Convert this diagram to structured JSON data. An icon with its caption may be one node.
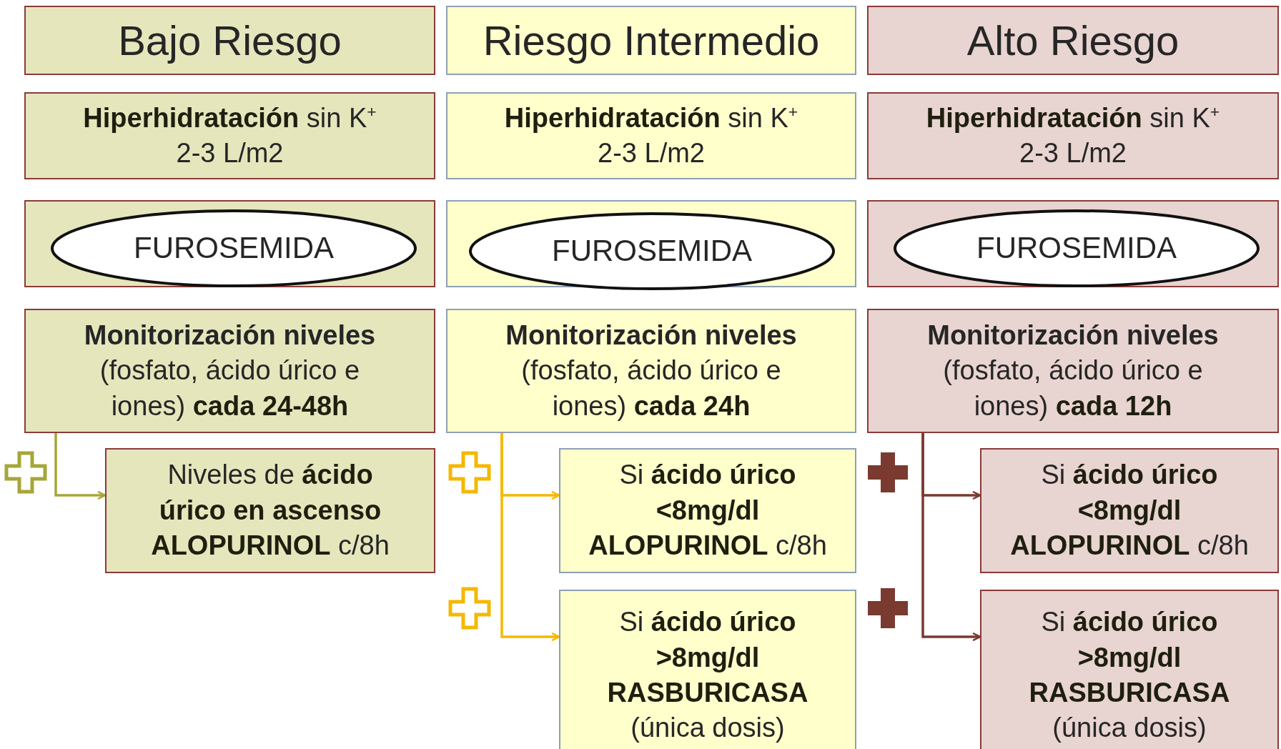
{
  "diagram": {
    "nodes": [
      {
        "text": [
          "Bajo Riesgo"
        ]
      },
      {
        "text": [
          "Riesgo Intermedio"
        ]
      },
      {
        "text": [
          "Alto Riesgo"
        ]
      },
      {
        "text": [
          "**Hiperhidratación** sin K$^{+}$",
          "2-3 L/m2"
        ]
      },
      {
        "text": [
          "**Hiperhidratación** sin K$^{+}$",
          "2-3 L/m2"
        ]
      },
      {
        "text": [
          "**Hiperhidratación** sin K$^{+}$",
          "2-3 L/m2"
        ]
      },
      {
        "text": [],
        "shape": "box"
      },
      {
        "text": [
          "FUROSEMIDA"
        ],
        "in": 6
      },
      {
        "text": [],
        "shape": "box"
      },
      {
        "text": [
          "FUROSEMIDA"
        ],
        "in": 8
      },
      {
        "text": [],
        "shape": "box"
      },
      {
        "text": [
          "FUROSEMIDA"
        ],
        "in": 10
      },
      {
        "text": [
          "Monitorización niveles",
          "(fosfato, ácido úrico e iones) **cada 24-48h**"
        ]
      },
      {
        "text": [
          "Monitorización niveles",
          "(fosfato, ácido úrico e iones) **cada 24h**"
        ]
      },
      {
        "text": [
          "Monitorización niveles",
          "(fosfato, ácido úrico e iones) **cada 12h**"
        ]
      },
      {
        "text": [
          "Niveles de **ácido úrico en ascenso**",
          "**ALOPURINOL** c/8h"
        ]
      },
      {
        "text": [
          "Si **ácido úrico <8mg/dl**",
          "**ALOPURINOL** c/8h"
        ]
      },
      {
        "text": [
          "Si **ácido úrico <8mg/dl**",
          "**ALOPURINOL** c/8h"
        ]
      },
      {
        "text": [
          "Si **ácido úrico >8mg/dl**",
          "**RASBURICASA**",
          "(única dosis)"
        ]
      },
      {
        "text": [
          "Si **ácido úrico >8mg/dl**",
          "**RASBURICASA**",
          "(única dosis)"
        ]
      }
    ],
    "edges": [
      {
        "from": 12,
        "to": 15,
        "arrow": "to",
        "color": "#a6a63a"
      },
      {
        "from": 13,
        "to": 16,
        "arrow": "to",
        "color": "#f5b800"
      },
      {
        "from": 13,
        "to": 18,
        "arrow": "to",
        "color": "#f5b800"
      },
      {
        "from": 14,
        "to": 17,
        "arrow": "to",
        "color": "#7a3a30"
      },
      {
        "from": 14,
        "to": 19,
        "arrow": "to",
        "color": "#7a3a30"
      }
    ]
  }
}
